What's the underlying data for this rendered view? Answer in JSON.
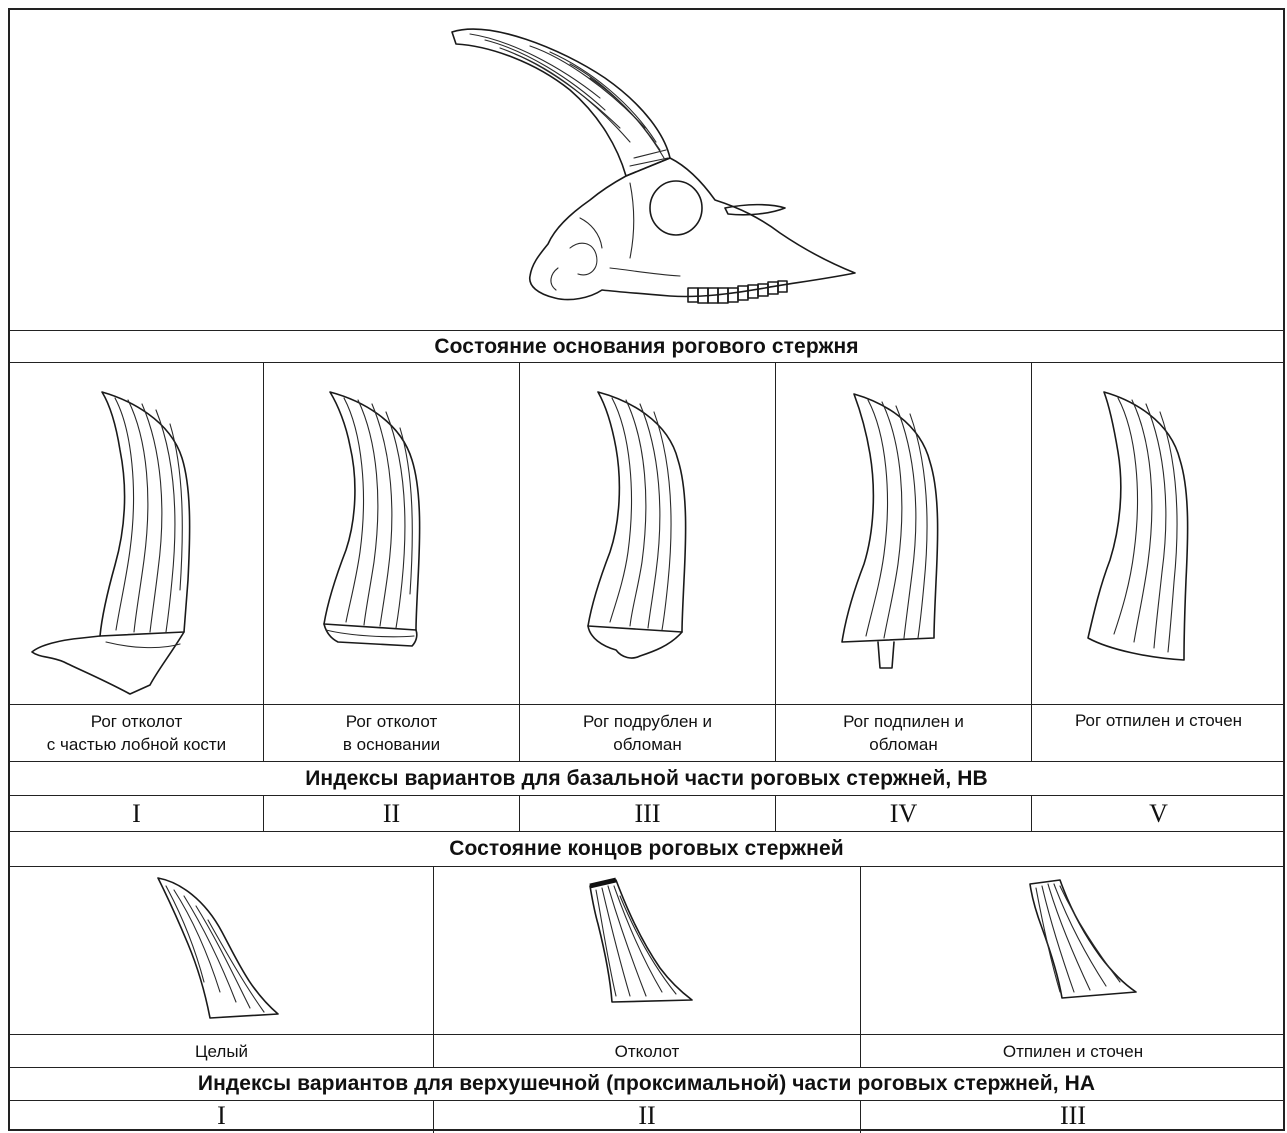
{
  "base_section": {
    "title": "Состояние основания рогового стержня",
    "variants": [
      {
        "caption_line1": "Рог отколот",
        "caption_line2": "с частью лобной кости"
      },
      {
        "caption_line1": "Рог отколот",
        "caption_line2": "в основании"
      },
      {
        "caption_line1": "Рог подрублен и",
        "caption_line2": "обломан"
      },
      {
        "caption_line1": "Рог подпилен и",
        "caption_line2": "обломан"
      },
      {
        "caption_line1": "Рог отпилен и сточен",
        "caption_line2": ""
      }
    ],
    "index_title": "Индексы вариантов для базальной части роговых стержней, HB",
    "indices": [
      "I",
      "II",
      "III",
      "IV",
      "V"
    ]
  },
  "tip_section": {
    "title": "Состояние концов роговых стержней",
    "variants": [
      {
        "caption": "Целый"
      },
      {
        "caption": "Отколот"
      },
      {
        "caption": "Отпилен и сточен"
      }
    ],
    "index_title": "Индексы вариантов для верхушечной (проксимальной) части роговых стержней, HA",
    "indices": [
      "I",
      "II",
      "III"
    ]
  }
}
